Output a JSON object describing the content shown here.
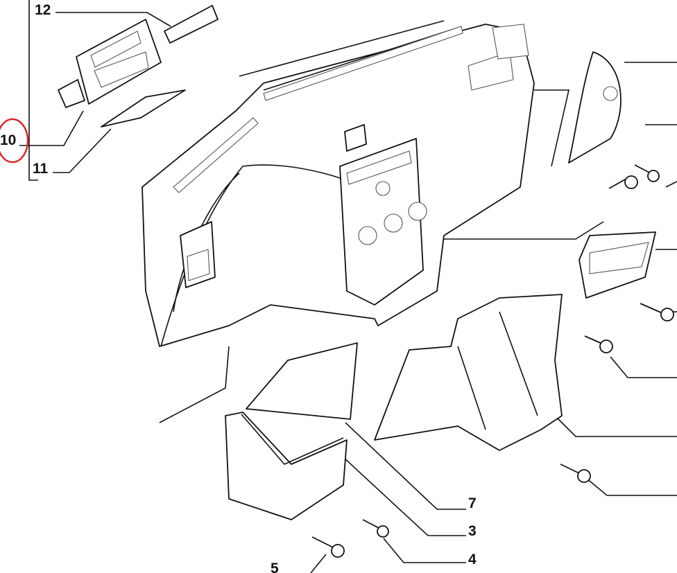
{
  "diagram": {
    "callouts": [
      {
        "id": "12",
        "label": "12"
      },
      {
        "id": "10",
        "label": "10",
        "highlighted": true,
        "highlight_color": "#d9262b"
      },
      {
        "id": "11",
        "label": "11"
      },
      {
        "id": "7",
        "label": "7"
      },
      {
        "id": "3",
        "label": "3"
      },
      {
        "id": "4",
        "label": "4"
      },
      {
        "id": "5",
        "label": "5"
      }
    ],
    "line_color": "#111111"
  }
}
